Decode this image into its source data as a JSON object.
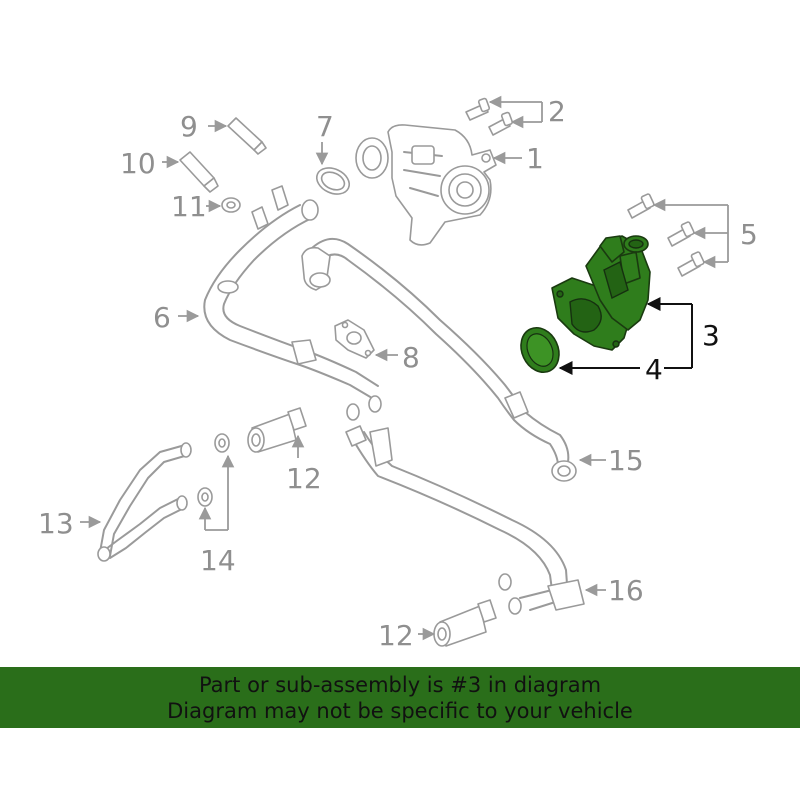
{
  "callouts": {
    "c1": "1",
    "c2": "2",
    "c3": "3",
    "c4": "4",
    "c5": "5",
    "c6": "6",
    "c7": "7",
    "c8": "8",
    "c9": "9",
    "c10": "10",
    "c11": "11",
    "c12a": "12",
    "c12b": "12",
    "c13": "13",
    "c14": "14",
    "c15": "15",
    "c16": "16"
  },
  "highlighted_part": "3",
  "colors": {
    "highlight": "#2f7d1c",
    "banner_background": "#2a6e1a",
    "line_art": "#9a9a9a"
  },
  "banner": {
    "line1": "Part or sub-assembly is #3 in diagram",
    "line2": "Diagram may not be specific to your vehicle"
  }
}
